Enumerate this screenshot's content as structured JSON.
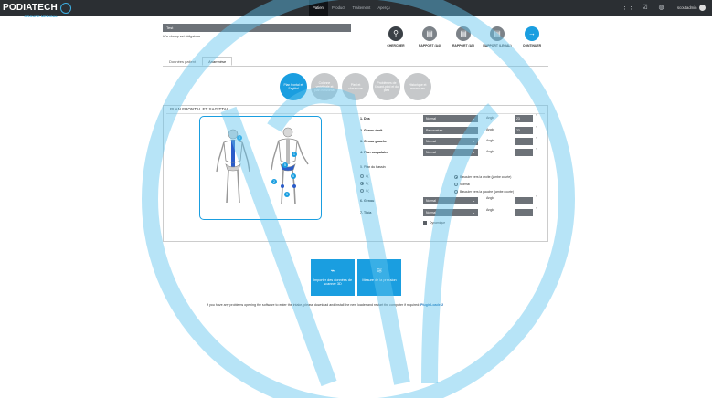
{
  "brand": {
    "name": "PODIATECH",
    "sub": "GROUPE MEDICAL"
  },
  "nav": [
    "Patient",
    "Product",
    "Traitement",
    "Aperçu"
  ],
  "user": {
    "name": "scoutadmin"
  },
  "form": {
    "field_value": "Test",
    "required_note": "*Ce champ est obligatoire"
  },
  "actions": [
    {
      "label": "CHERCHER",
      "icon": "search-icon"
    },
    {
      "label": "RAPPORT (A4)",
      "icon": "report-icon"
    },
    {
      "label": "RAPPORT (A5)",
      "icon": "report-icon"
    },
    {
      "label": "RAPPORT (LEGAL)",
      "icon": "report-icon"
    },
    {
      "label": "CONTINUER",
      "icon": "arrow-right-icon"
    }
  ],
  "tabs": [
    "Données patient",
    "Anamnèse"
  ],
  "steps": [
    "Plan frontal et Sagittal",
    "Colonne vertébrale et plan horizontal",
    "Pied et chaussure",
    "Problèmes de l'avant-pied et du pied",
    "Historique et remarques"
  ],
  "panel": {
    "title": "PLAN FRONTAL ET SAGITTAL"
  },
  "badges": [
    "4",
    "2",
    "3",
    "5",
    "1",
    "6"
  ],
  "rows": [
    {
      "label": "1. Dos",
      "select": "Normal",
      "angle": "Angle",
      "value": "23",
      "deg": "°"
    },
    {
      "label": "2. Genou droit",
      "select": "Recurvatum",
      "angle": "Angle",
      "value": "23",
      "deg": "°"
    },
    {
      "label": "3. Genou gauche",
      "select": "Normal",
      "angle": "Angle",
      "value": "",
      "deg": "°"
    },
    {
      "label": "4. Plan scapulaire",
      "select": "Normal",
      "angle": "Angle",
      "value": "",
      "deg": "°"
    }
  ],
  "pelvis": {
    "label": "5. Plan du bassin",
    "left_options": [
      "A(",
      "B(",
      "C("
    ],
    "right_options": [
      "Basculer vers la droite (jambe courte)",
      "Normal",
      "Basculer vers la gauche (jambe courte)"
    ]
  },
  "rows2": [
    {
      "label": "6. Genou",
      "select": "Normal",
      "angle": "Angle",
      "deg": "°"
    },
    {
      "label": "7. Tibia",
      "select": "Normal",
      "angle": "Angle",
      "deg": "°"
    }
  ],
  "dynamic_label": "Dynamique",
  "buttons": [
    {
      "label": "Importer des données de scanner 3D",
      "icon": "scan-icon"
    },
    {
      "label": "Mesure de la pression",
      "icon": "pressure-icon"
    }
  ],
  "footer": {
    "text": "If you have any problems opening the software to enter the intake, please download and install the new loader and restart the computer if required:",
    "link": "PluginLoader2"
  },
  "colors": {
    "accent": "#1a9ee0",
    "topbar": "#2b2f33",
    "field": "#6d7278"
  }
}
